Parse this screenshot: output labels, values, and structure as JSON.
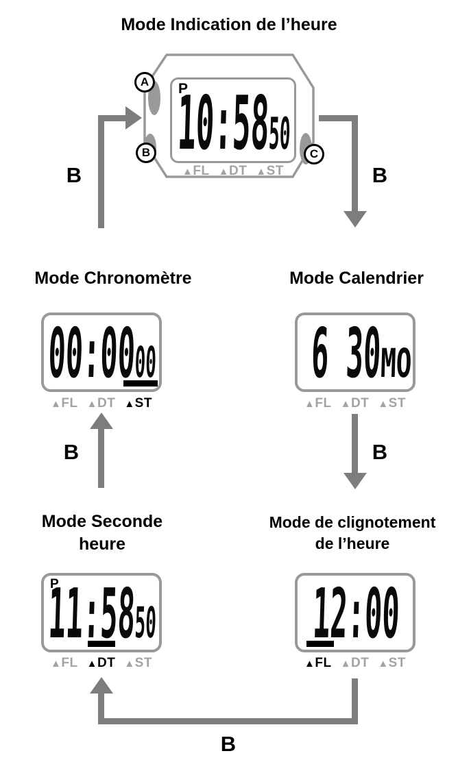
{
  "colors": {
    "arrow": "#7d7d7d",
    "case": "#999999",
    "inactive_indicator": "#a3a3a3",
    "active_indicator": "#000000"
  },
  "watch": {
    "title": "Mode Indication de l’heure",
    "buttons": {
      "a": "A",
      "b": "B",
      "c": "C"
    },
    "display": {
      "p": "P",
      "main": "10:58",
      "small": "50"
    },
    "indicators": [
      {
        "icon": "▲",
        "label": "FL",
        "active": false
      },
      {
        "icon": "▲",
        "label": "DT",
        "active": false
      },
      {
        "icon": "▲",
        "label": "ST",
        "active": false
      }
    ]
  },
  "chrono": {
    "title": "Mode Chronomètre",
    "display": {
      "main": "00:00",
      "small": "00"
    },
    "indicators": [
      {
        "icon": "▲",
        "label": "FL",
        "active": false
      },
      {
        "icon": "▲",
        "label": "DT",
        "active": false
      },
      {
        "icon": "▲",
        "label": "ST",
        "active": true
      }
    ]
  },
  "calendar": {
    "title": "Mode Calendrier",
    "display": {
      "main": "6 30",
      "small": "MO"
    },
    "indicators": [
      {
        "icon": "▲",
        "label": "FL",
        "active": false
      },
      {
        "icon": "▲",
        "label": "DT",
        "active": false
      },
      {
        "icon": "▲",
        "label": "ST",
        "active": false
      }
    ]
  },
  "second": {
    "title_line1": "Mode Seconde",
    "title_line2": "heure",
    "display": {
      "p": "P",
      "main": "11:58",
      "small": "50"
    },
    "indicators": [
      {
        "icon": "▲",
        "label": "FL",
        "active": false
      },
      {
        "icon": "▲",
        "label": "DT",
        "active": true
      },
      {
        "icon": "▲",
        "label": "ST",
        "active": false
      }
    ]
  },
  "flash": {
    "title_line1": "Mode de clignotement",
    "title_line2": "de l’heure",
    "display": {
      "main": "12:00"
    },
    "indicators": [
      {
        "icon": "▲",
        "label": "FL",
        "active": true
      },
      {
        "icon": "▲",
        "label": "DT",
        "active": false
      },
      {
        "icon": "▲",
        "label": "ST",
        "active": false
      }
    ]
  },
  "arrows": {
    "top_left_label": "B",
    "top_right_label": "B",
    "mid_left_label": "B",
    "mid_right_label": "B",
    "bottom_label": "B"
  }
}
